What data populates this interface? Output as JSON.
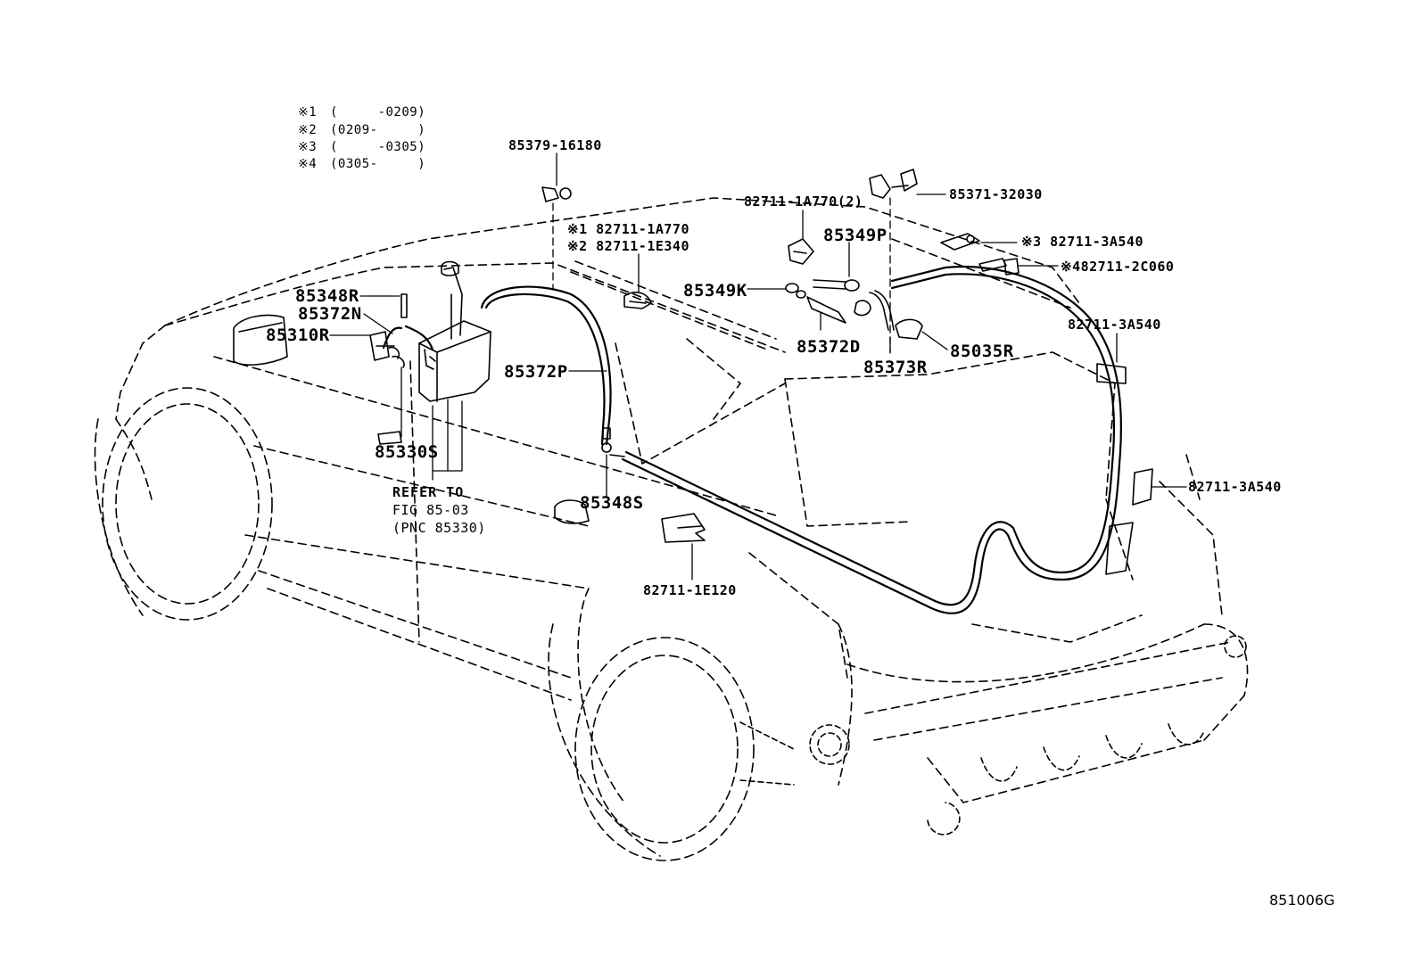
{
  "legend": [
    {
      "mark": "※1",
      "range": "(     -0209)"
    },
    {
      "mark": "※2",
      "range": "(0209-     )"
    },
    {
      "mark": "※3",
      "range": "(     -0305)"
    },
    {
      "mark": "※4",
      "range": "(0305-     )"
    }
  ],
  "parts": {
    "p85379_16180": "85379-16180",
    "p82711_1A770_note1": "※1 82711-1A770",
    "p82711_1E340_note2": "※2 82711-1E340",
    "p82711_1A770_2": "82711-1A770(2)",
    "p85371_32030": "85371-32030",
    "p85349P": "85349P",
    "p82711_3A540_note3": "※3 82711-3A540",
    "p82711_2C060_note4": "※482711-2C060",
    "p85349K": "85349K",
    "p82711_3A540_a": "82711-3A540",
    "p85372D": "85372D",
    "p85035R": "85035R",
    "p85373R": "85373R",
    "p85348R": "85348R",
    "p85372N": "85372N",
    "p85310R": "85310R",
    "p85372P": "85372P",
    "p85330S": "85330S",
    "p85348S": "85348S",
    "p82711_3A540_b": "82711-3A540",
    "p82711_1E120": "82711-1E120"
  },
  "refer": {
    "line1": "REFER TO",
    "line2": "FIG 85-03",
    "line3": "(PNC 85330)"
  },
  "figure_code": "851006G"
}
